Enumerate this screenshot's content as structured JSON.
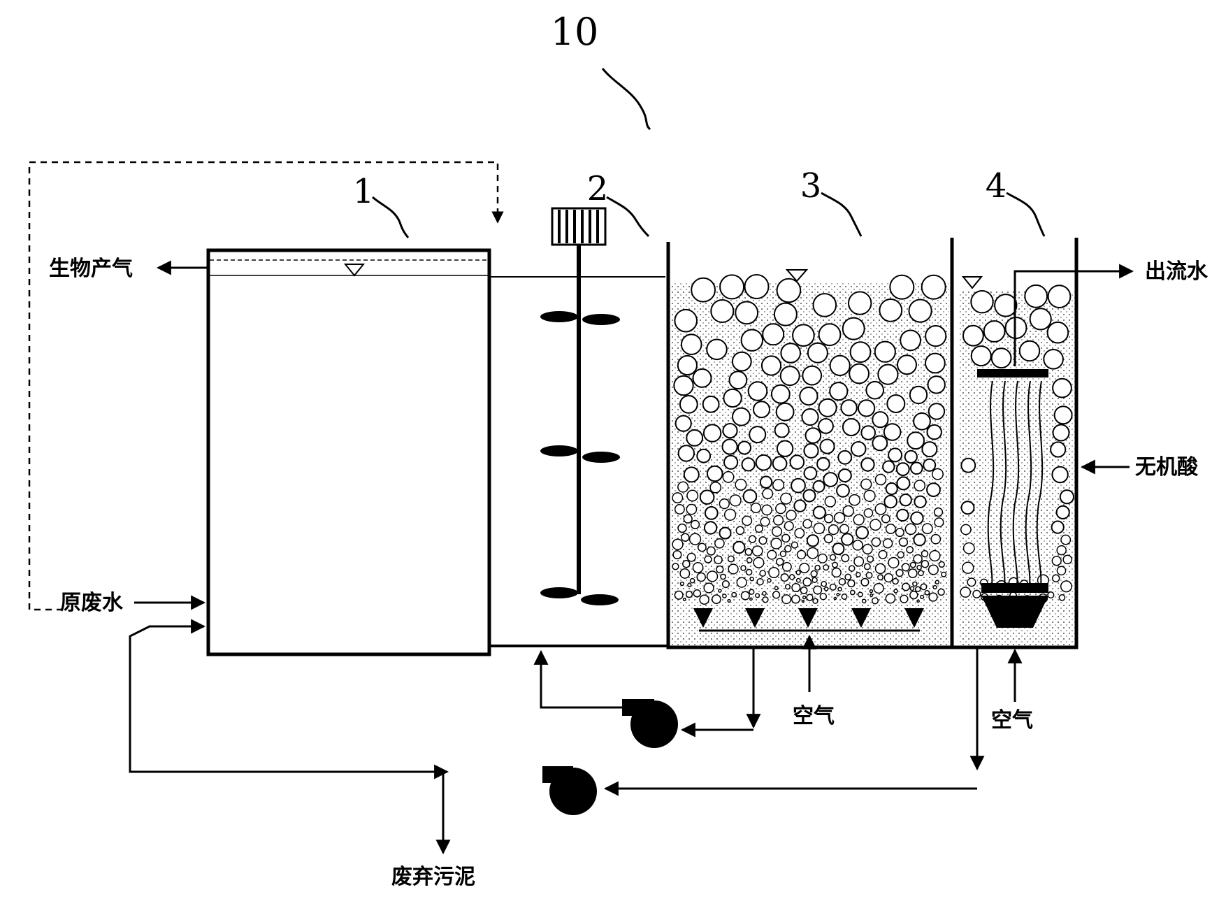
{
  "diagram": {
    "system_label": "10",
    "units": [
      {
        "id": "unit-1",
        "label": "1"
      },
      {
        "id": "unit-2",
        "label": "2"
      },
      {
        "id": "unit-3",
        "label": "3"
      },
      {
        "id": "unit-4",
        "label": "4"
      }
    ],
    "labels": {
      "biogas": "生物产气",
      "raw_wastewater": "原废水",
      "effluent": "出流水",
      "inorganic_acid": "无机酸",
      "air_3": "空气",
      "air_4": "空气",
      "waste_sludge": "废弃污泥"
    }
  }
}
